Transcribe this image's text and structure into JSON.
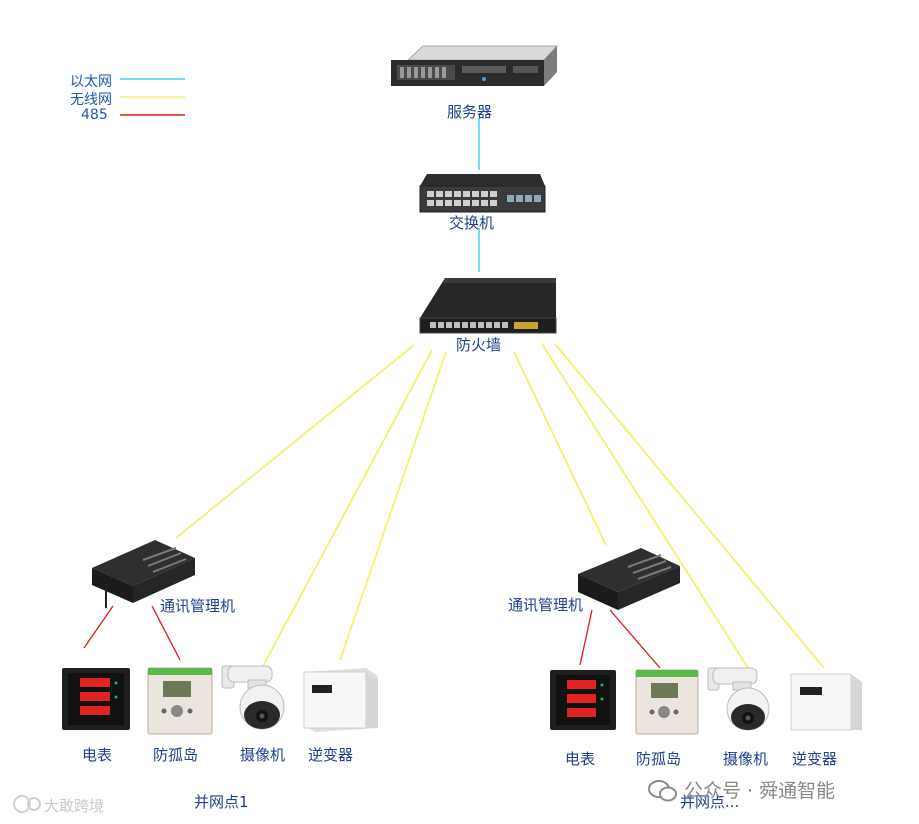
{
  "legend": [
    {
      "label": "以太网",
      "color": "#46d3ec"
    },
    {
      "label": "无线网",
      "color": "#f5f06a"
    },
    {
      "label": "485",
      "color": "#d91c1c"
    }
  ],
  "nodes": {
    "server": "服务器",
    "switch": "交换机",
    "firewall": "防火墙",
    "comm_left": "通讯管理机",
    "comm_right": "通讯管理机",
    "meter_left": "电表",
    "island_left": "防孤岛",
    "camera_left": "摄像机",
    "inverter_left": "逆变器",
    "meter_right": "电表",
    "island_right": "防孤岛",
    "camera_right": "摄像机",
    "inverter_right": "逆变器"
  },
  "sites": {
    "left": "并网点1",
    "right": "并网点..."
  },
  "watermarks": {
    "account": "公众号 · 舜通智能",
    "corner": "大敢跨境"
  }
}
